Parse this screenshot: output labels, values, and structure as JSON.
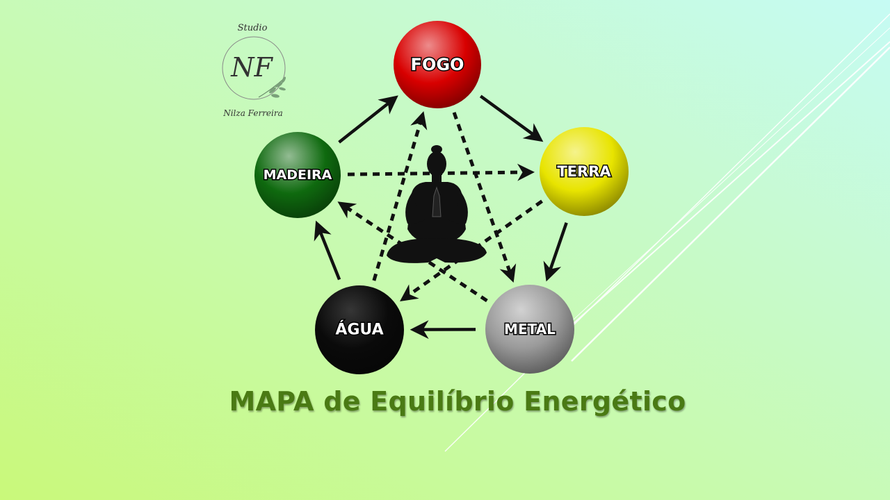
{
  "slide": {
    "title": "MAPA de Equilíbrio Energético",
    "title_color": "#4a7a14",
    "background": {
      "top_right": "#c6fbf4",
      "bottom_left": "#c9f97a"
    }
  },
  "logo": {
    "line1": "Studio",
    "initials": "NF",
    "signature": "Nilza Ferreira"
  },
  "elements": [
    {
      "id": "fogo",
      "label": "FOGO",
      "color": "#d80000"
    },
    {
      "id": "terra",
      "label": "TERRA",
      "color": "#e8e400"
    },
    {
      "id": "metal",
      "label": "METAL",
      "color": "#9a9a9a"
    },
    {
      "id": "agua",
      "label": "ÁGUA",
      "color": "#0a0a0a"
    },
    {
      "id": "madeira",
      "label": "MADEIRA",
      "color": "#0f6a0f"
    }
  ],
  "cycles": {
    "generation": [
      [
        "fogo",
        "terra"
      ],
      [
        "terra",
        "metal"
      ],
      [
        "metal",
        "agua"
      ],
      [
        "agua",
        "madeira"
      ],
      [
        "madeira",
        "fogo"
      ]
    ],
    "control": [
      [
        "madeira",
        "terra"
      ],
      [
        "terra",
        "agua"
      ],
      [
        "agua",
        "fogo"
      ],
      [
        "fogo",
        "metal"
      ],
      [
        "metal",
        "madeira"
      ]
    ]
  },
  "center_figure": "meditation-figure-icon"
}
